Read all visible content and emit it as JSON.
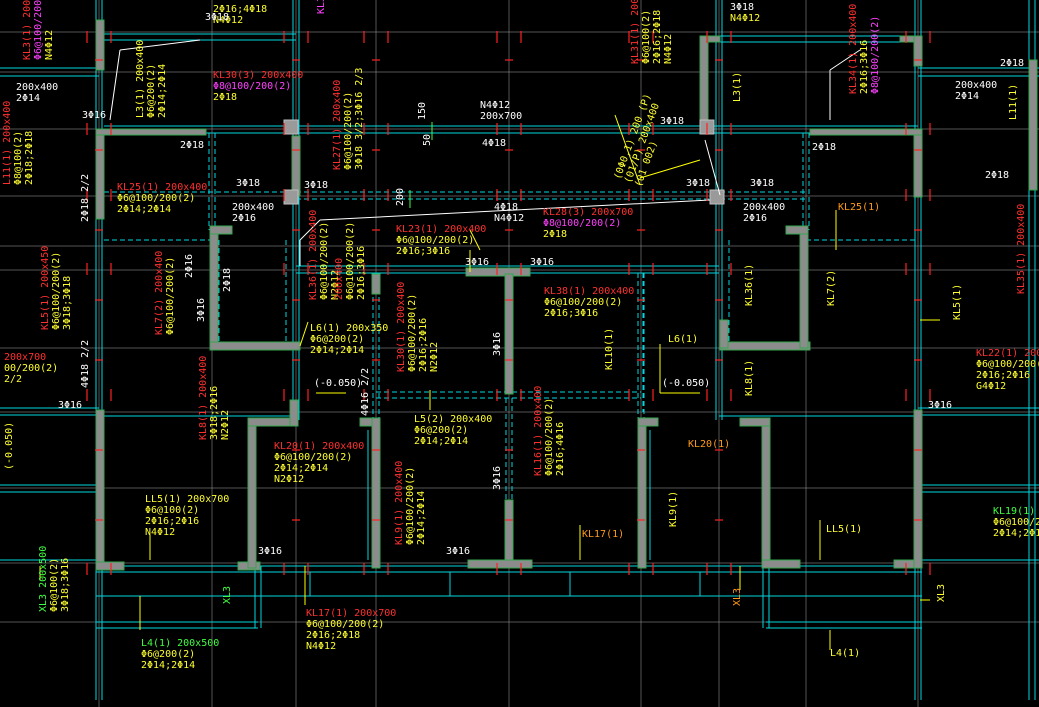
{
  "colors": {
    "background": "#000000",
    "label_red": "#ff3030",
    "label_yellow": "#ffff30",
    "label_white": "#ffffff",
    "label_magenta": "#ff40ff",
    "label_orange": "#ff9a1a",
    "label_green": "#40ff40",
    "beam_cyan": "#00d7e0",
    "wall_grey": "#8c8c8c"
  },
  "annotations": [
    {
      "lines": [
        "2Φ16;4Φ18",
        "N4Φ12"
      ],
      "colors": [
        "yellow",
        "yellow"
      ]
    },
    {
      "lines": [
        "3Φ18"
      ],
      "colors": [
        "white"
      ]
    },
    {
      "lines": [
        "3Φ18",
        "N4Φ12"
      ],
      "colors": [
        "white",
        "yellow"
      ]
    },
    {
      "lines": [
        "200x400",
        "2Φ14"
      ],
      "colors": [
        "white",
        "white"
      ]
    },
    {
      "lines": [
        "2Φ18"
      ],
      "colors": [
        "white"
      ]
    },
    {
      "lines": [
        "200x400",
        "2Φ14"
      ],
      "colors": [
        "white",
        "white"
      ]
    },
    {
      "lines": [
        "3Φ16"
      ],
      "colors": [
        "white"
      ]
    },
    {
      "lines": [
        "2Φ18"
      ],
      "colors": [
        "white"
      ]
    },
    {
      "lines": [
        "KL30(3) 200x400",
        "Φ8@100/200(2)",
        "2Φ18"
      ],
      "colors": [
        "red",
        "magenta",
        "yellow"
      ]
    },
    {
      "lines": [
        "150"
      ],
      "colors": [
        "white"
      ]
    },
    {
      "lines": [
        "N4Φ12",
        "200x700"
      ],
      "colors": [
        "white",
        "white"
      ]
    },
    {
      "lines": [
        "50"
      ],
      "colors": [
        "white"
      ]
    },
    {
      "lines": [
        "4Φ18"
      ],
      "colors": [
        "white"
      ]
    },
    {
      "lines": [
        "3Φ18"
      ],
      "colors": [
        "white"
      ]
    },
    {
      "lines": [
        "2Φ18"
      ],
      "colors": [
        "white"
      ]
    },
    {
      "lines": [
        "2Φ18"
      ],
      "colors": [
        "white"
      ]
    },
    {
      "lines": [
        "3Φ18"
      ],
      "colors": [
        "white"
      ]
    },
    {
      "lines": [
        "3Φ18"
      ],
      "colors": [
        "white"
      ]
    },
    {
      "lines": [
        "3Φ18"
      ],
      "colors": [
        "white"
      ]
    },
    {
      "lines": [
        "KL25(1) 200x400",
        "Φ6@100/200(2)",
        "2Φ14;2Φ14"
      ],
      "colors": [
        "red",
        "yellow",
        "yellow"
      ]
    },
    {
      "lines": [
        "200x400",
        "2Φ16"
      ],
      "colors": [
        "white",
        "white"
      ]
    },
    {
      "lines": [
        "200x400",
        "2Φ16"
      ],
      "colors": [
        "white",
        "white"
      ]
    },
    {
      "lines": [
        "3Φ18"
      ],
      "colors": [
        "white"
      ]
    },
    {
      "lines": [
        "200"
      ],
      "colors": [
        "white"
      ]
    },
    {
      "lines": [
        "4Φ18",
        "N4Φ12"
      ],
      "colors": [
        "white",
        "white"
      ]
    },
    {
      "lines": [
        "KL28(3) 200x700",
        "Φ8@100/200(2)",
        "2Φ18"
      ],
      "colors": [
        "red",
        "magenta",
        "yellow"
      ]
    },
    {
      "lines": [
        "KL25(1)"
      ],
      "colors": [
        "orange"
      ]
    },
    {
      "lines": [
        "KL23(1) 200x400",
        "Φ6@100/200(2)",
        "2Φ16;3Φ16"
      ],
      "colors": [
        "red",
        "yellow",
        "yellow"
      ]
    },
    {
      "lines": [
        "3Φ16"
      ],
      "colors": [
        "white"
      ]
    },
    {
      "lines": [
        "3Φ16"
      ],
      "colors": [
        "white"
      ]
    },
    {
      "lines": [
        "KL38(1) 200x400",
        "Φ6@100/200(2)",
        "2Φ16;3Φ16"
      ],
      "colors": [
        "red",
        "yellow",
        "yellow"
      ]
    },
    {
      "lines": [
        "L6(1) 200x350",
        "Φ6@200(2)",
        "2Φ14;2Φ14"
      ],
      "colors": [
        "yellow",
        "yellow",
        "yellow"
      ]
    },
    {
      "lines": [
        "(-0.050)"
      ],
      "colors": [
        "white"
      ]
    },
    {
      "lines": [
        "L6(1)"
      ],
      "colors": [
        "yellow"
      ]
    },
    {
      "lines": [
        "(-0.050)"
      ],
      "colors": [
        "white"
      ]
    },
    {
      "lines": [
        "KL22(1) 200x700",
        "Φ6@100/200(2)",
        "2Φ16;2Φ16",
        "G4Φ12"
      ],
      "colors": [
        "red",
        "yellow",
        "yellow",
        "yellow"
      ]
    },
    {
      "lines": [
        "200x700",
        "00/200(2)",
        "2/2"
      ],
      "colors": [
        "red",
        "yellow",
        "yellow"
      ]
    },
    {
      "lines": [
        "3Φ16"
      ],
      "colors": [
        "white"
      ]
    },
    {
      "lines": [
        "3Φ16"
      ],
      "colors": [
        "white"
      ]
    },
    {
      "lines": [
        "L5(2) 200x400",
        "Φ6@200(2)",
        "2Φ14;2Φ14"
      ],
      "colors": [
        "yellow",
        "yellow",
        "yellow"
      ]
    },
    {
      "lines": [
        "KL20(1) 200x400",
        "Φ6@100/200(2)",
        "2Φ14;2Φ14",
        "N2Φ12"
      ],
      "colors": [
        "red",
        "yellow",
        "yellow",
        "yellow"
      ]
    },
    {
      "lines": [
        "KL20(1)"
      ],
      "colors": [
        "orange"
      ]
    },
    {
      "lines": [
        "LL5(1) 200x700",
        "Φ6@100(2)",
        "2Φ16;2Φ16",
        "N4Φ12"
      ],
      "colors": [
        "yellow",
        "yellow",
        "yellow",
        "yellow"
      ]
    },
    {
      "lines": [
        "3Φ16"
      ],
      "colors": [
        "white"
      ]
    },
    {
      "lines": [
        "3Φ16"
      ],
      "colors": [
        "white"
      ]
    },
    {
      "lines": [
        "KL17(1)"
      ],
      "colors": [
        "orange"
      ]
    },
    {
      "lines": [
        "LL5(1)"
      ],
      "colors": [
        "yellow"
      ]
    },
    {
      "lines": [
        "KL19(1) 200x",
        "Φ6@100/2",
        "2Φ14;2Φ14"
      ],
      "colors": [
        "green",
        "yellow",
        "yellow"
      ]
    },
    {
      "lines": [
        "KL17(1) 200x700",
        "Φ6@100/200(2)",
        "2Φ16;2Φ18",
        "N4Φ12"
      ],
      "colors": [
        "red",
        "yellow",
        "yellow",
        "yellow"
      ]
    },
    {
      "lines": [
        "L4(1) 200x500",
        "Φ6@200(2)",
        "2Φ14;2Φ14"
      ],
      "colors": [
        "green",
        "yellow",
        "yellow"
      ]
    },
    {
      "lines": [
        "L4(1)"
      ],
      "colors": [
        "yellow"
      ]
    }
  ],
  "vertical_annotations": [
    {
      "lines": [
        "KL3(1) 200x400",
        "Φ6@100/200(2)",
        "N4Φ12"
      ],
      "colors": [
        "red",
        "magenta",
        "yellow"
      ]
    },
    {
      "lines": [
        "KL3"
      ],
      "colors": [
        "magenta"
      ]
    },
    {
      "lines": [
        "KL31(1) 200x7",
        "Φ6@100(2)",
        "2Φ16;2Φ18",
        "N4Φ12"
      ],
      "colors": [
        "red",
        "yellow",
        "yellow",
        "yellow"
      ]
    },
    {
      "lines": [
        "L3(1) 200x400",
        "Φ6@200(2)",
        "2Φ14;2Φ14"
      ],
      "colors": [
        "yellow",
        "yellow",
        "yellow"
      ]
    },
    {
      "lines": [
        "L3(1)"
      ],
      "colors": [
        "yellow"
      ]
    },
    {
      "lines": [
        "KL34(1) 200x400",
        "2Φ16;3Φ16",
        "Φ8@100/200(2)"
      ],
      "colors": [
        "red",
        "yellow",
        "magenta"
      ]
    },
    {
      "lines": [
        "L11(1)"
      ],
      "colors": [
        "yellow"
      ]
    },
    {
      "lines": [
        "L11(1) 200x400",
        "Φ8@100(2)",
        "2Φ18;2Φ18"
      ],
      "colors": [
        "red",
        "yellow",
        "yellow"
      ]
    },
    {
      "lines": [
        "KL27(1) 200x400",
        "Φ6@100/200(2)",
        "3Φ18 3/2;3Φ16 2/3"
      ],
      "colors": [
        "red",
        "yellow",
        "yellow"
      ]
    },
    {
      "lines": [
        "2Φ18 2/2"
      ],
      "colors": [
        "white"
      ]
    },
    {
      "lines": [
        "(0Φ0,1) 200 (P)",
        "(01/P) 200x400",
        "(01 002)"
      ],
      "colors": [
        "yellow",
        "yellow",
        "yellow"
      ]
    },
    {
      "lines": [
        "KL7(2) 200x400",
        "Φ6@100/200(2)"
      ],
      "colors": [
        "red",
        "yellow"
      ]
    },
    {
      "lines": [
        "2Φ16"
      ],
      "colors": [
        "white"
      ]
    },
    {
      "lines": [
        "2Φ18"
      ],
      "colors": [
        "white"
      ]
    },
    {
      "lines": [
        "3Φ16"
      ],
      "colors": [
        "white"
      ]
    },
    {
      "lines": [
        "KL5(1) 200x450",
        "Φ6@100/200(2)",
        "3Φ18;3Φ18"
      ],
      "colors": [
        "red",
        "yellow",
        "yellow"
      ]
    },
    {
      "lines": [
        "4Φ18 2/2"
      ],
      "colors": [
        "white"
      ]
    },
    {
      "lines": [
        "(-0.050)"
      ],
      "colors": [
        "yellow"
      ]
    },
    {
      "lines": [
        "KL36(1) 200x400",
        "Φ6@100/200(2)",
        "N2Φ12"
      ],
      "colors": [
        "red",
        "yellow",
        "yellow"
      ]
    },
    {
      "lines": [
        "200x400",
        "Φ6@100/200(2)",
        "2Φ16;3Φ16"
      ],
      "colors": [
        "red",
        "yellow",
        "yellow"
      ]
    },
    {
      "lines": [
        "KL30(1) 200x400",
        "Φ6@100/200(2)",
        "2Φ16;2Φ16",
        "N2Φ12"
      ],
      "colors": [
        "red",
        "yellow",
        "yellow",
        "yellow"
      ]
    },
    {
      "lines": [
        "3Φ16"
      ],
      "colors": [
        "white"
      ]
    },
    {
      "lines": [
        "KL36(1)"
      ],
      "colors": [
        "yellow"
      ]
    },
    {
      "lines": [
        "KL7(2)"
      ],
      "colors": [
        "yellow"
      ]
    },
    {
      "lines": [
        "KL35(1) 200x400"
      ],
      "colors": [
        "red"
      ]
    },
    {
      "lines": [
        "KL5(1)"
      ],
      "colors": [
        "yellow"
      ]
    },
    {
      "lines": [
        "KL10(1)"
      ],
      "colors": [
        "yellow"
      ]
    },
    {
      "lines": [
        "KL8(1)"
      ],
      "colors": [
        "yellow"
      ]
    },
    {
      "lines": [
        "KL8(1) 200x400",
        "3Φ18;2Φ16",
        "N2Φ12"
      ],
      "colors": [
        "red",
        "yellow",
        "yellow"
      ]
    },
    {
      "lines": [
        "4Φ16 2/2"
      ],
      "colors": [
        "white"
      ]
    },
    {
      "lines": [
        "KL16(1) 200x400",
        "Φ6@100/200(2)",
        "2Φ16;4Φ16"
      ],
      "colors": [
        "red",
        "yellow",
        "yellow"
      ]
    },
    {
      "lines": [
        "3Φ16"
      ],
      "colors": [
        "white"
      ]
    },
    {
      "lines": [
        "KL9(1) 200x400",
        "Φ6@100/200(2)",
        "2Φ14;2Φ14"
      ],
      "colors": [
        "red",
        "yellow",
        "yellow"
      ]
    },
    {
      "lines": [
        "KL9(1)"
      ],
      "colors": [
        "yellow"
      ]
    },
    {
      "lines": [
        "XL3 200x500",
        "Φ6@100(2)",
        "3Φ18;3Φ16"
      ],
      "colors": [
        "green",
        "yellow",
        "yellow"
      ]
    },
    {
      "lines": [
        "XL3"
      ],
      "colors": [
        "green"
      ]
    },
    {
      "lines": [
        "XL3"
      ],
      "colors": [
        "orange"
      ]
    },
    {
      "lines": [
        "XL3"
      ],
      "colors": [
        "yellow"
      ]
    }
  ]
}
